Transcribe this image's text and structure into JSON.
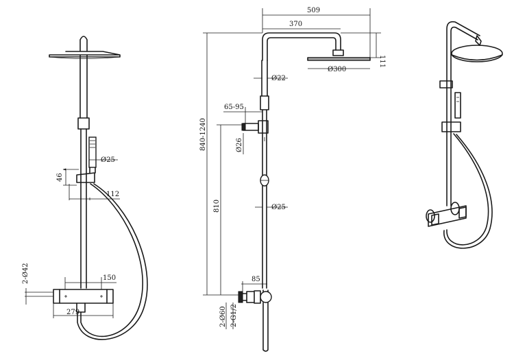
{
  "front_view": {
    "labels": {
      "dia_hand_shower": "Ø25",
      "slider_height": "46",
      "slider_width": "112",
      "inlet_dia": "2-Ø42",
      "valve_center": "150",
      "valve_width": "279"
    }
  },
  "side_view": {
    "labels": {
      "arm_total": "509",
      "arm_reach": "370",
      "head_height": "111",
      "pipe_dia": "Ø22",
      "head_dia": "Ø300",
      "adjust_range": "65-95",
      "bracket_dia": "Ø26",
      "overall_height": "840-1240",
      "inlet_to_bracket": "810",
      "lower_pipe_dia": "Ø25",
      "valve_depth": "85",
      "escutcheon_dia": "2-Ø60",
      "thread": "2-G1/2"
    }
  }
}
